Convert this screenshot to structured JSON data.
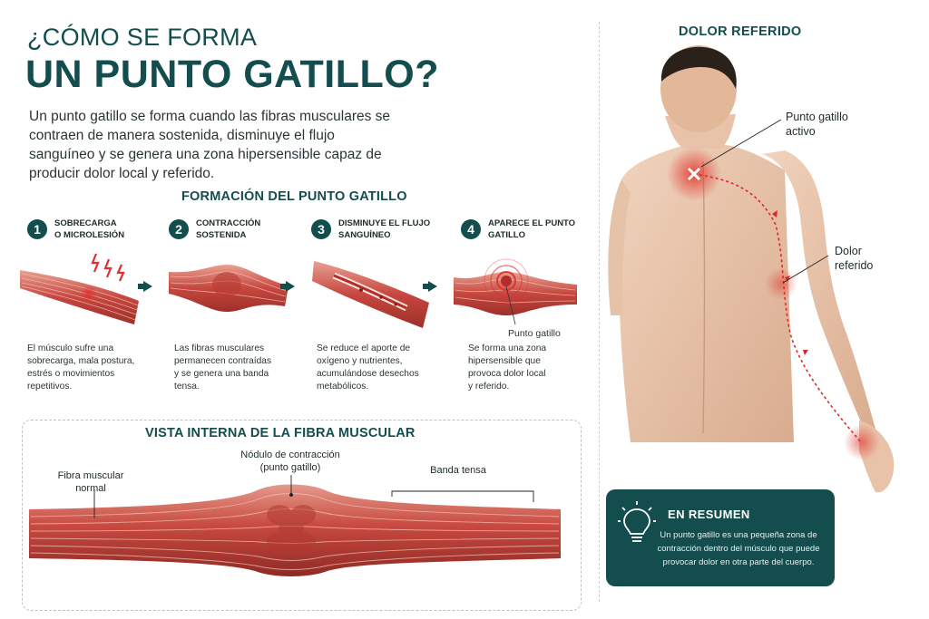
{
  "header": {
    "title_line1": "¿CÓMO SE FORMA",
    "title_line2": "UN PUNTO GATILLO?",
    "intro": "Un punto gatillo se forma cuando las fibras musculares se contraen de manera sostenida, disminuye el flujo sanguíneo y se genera una zona hipersensible capaz de producir dolor local y referido."
  },
  "formation": {
    "title": "FORMACIÓN DEL PUNTO GATILLO",
    "steps": [
      {
        "num": "1",
        "label_l1": "SOBRECARGA",
        "label_l2": "O MICROLESIÓN",
        "desc": [
          "El músculo sufre una",
          "sobrecarga, mala postura,",
          "estrés o movimientos",
          "repetitivos."
        ]
      },
      {
        "num": "2",
        "label_l1": "CONTRACCIÓN",
        "label_l2": "SOSTENIDA",
        "desc": [
          "Las fibras musculares",
          "permanecen contraídas",
          "y se genera una banda",
          "tensa."
        ]
      },
      {
        "num": "3",
        "label_l1": "DISMINUYE EL FLUJO",
        "label_l2": "SANGUÍNEO",
        "desc": [
          "Se reduce el aporte de",
          "oxígeno y nutrientes,",
          "acumulándose desechos",
          "metabólicos."
        ]
      },
      {
        "num": "4",
        "label_l1": "APARECE EL PUNTO",
        "label_l2": "GATILLO",
        "desc": [
          "Se forma una zona",
          "hipersensible que",
          "provoca dolor local",
          "y referido."
        ]
      }
    ],
    "trigger_point_label": "Punto gatillo"
  },
  "internal_view": {
    "title": "VISTA INTERNA DE LA FIBRA MUSCULAR",
    "normal_fiber_l1": "Fibra muscular",
    "normal_fiber_l2": "normal",
    "nodule_l1": "Nódulo de contracción",
    "nodule_l2": "(punto gatillo)",
    "taut_band": "Banda tensa"
  },
  "referred": {
    "title": "DOLOR REFERIDO",
    "active_l1": "Punto gatillo",
    "active_l2": "activo",
    "pain_l1": "Dolor",
    "pain_l2": "referido"
  },
  "summary": {
    "title": "EN RESUMEN",
    "text": "Un punto gatillo es una pequeña zona de contracción dentro del músculo que puede provocar dolor en otra parte del cuerpo."
  },
  "colors": {
    "teal": "#134d4e",
    "muscle": "#c6473f",
    "muscle_light": "#e58a7c",
    "pain": "#e0302b"
  }
}
